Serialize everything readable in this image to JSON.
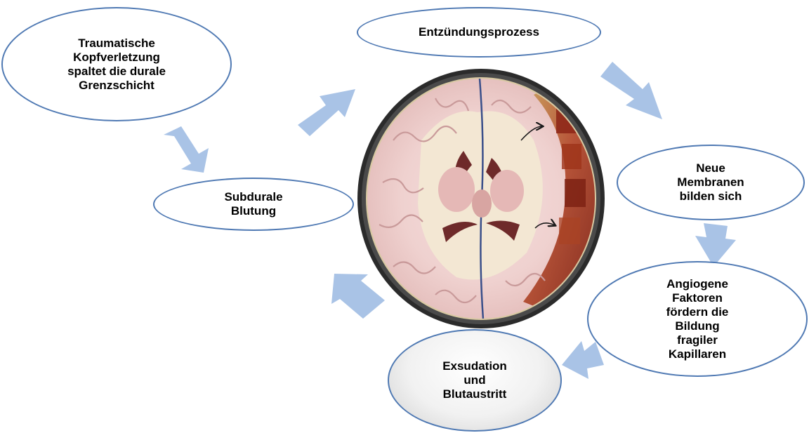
{
  "nodes": {
    "trauma": "Traumatische\nKopfverletzung\nspaltet die durale\nGrenzschicht",
    "inflammation": "Entzündungsprozess",
    "membranes": "Neue\nMembranen\nbilden sich",
    "angiogenic": "Angiogene\nFaktoren\nfördern die\nBildung\nfragiler\nKapillaren",
    "exudation": "Exsudation\nund\nBlutaustritt",
    "subdural": "Subdurale\nBlutung"
  },
  "center_image": "brain-cross-section-illustration",
  "colors": {
    "outline": "#4f79b3",
    "arrow": "#a9c3e6"
  }
}
